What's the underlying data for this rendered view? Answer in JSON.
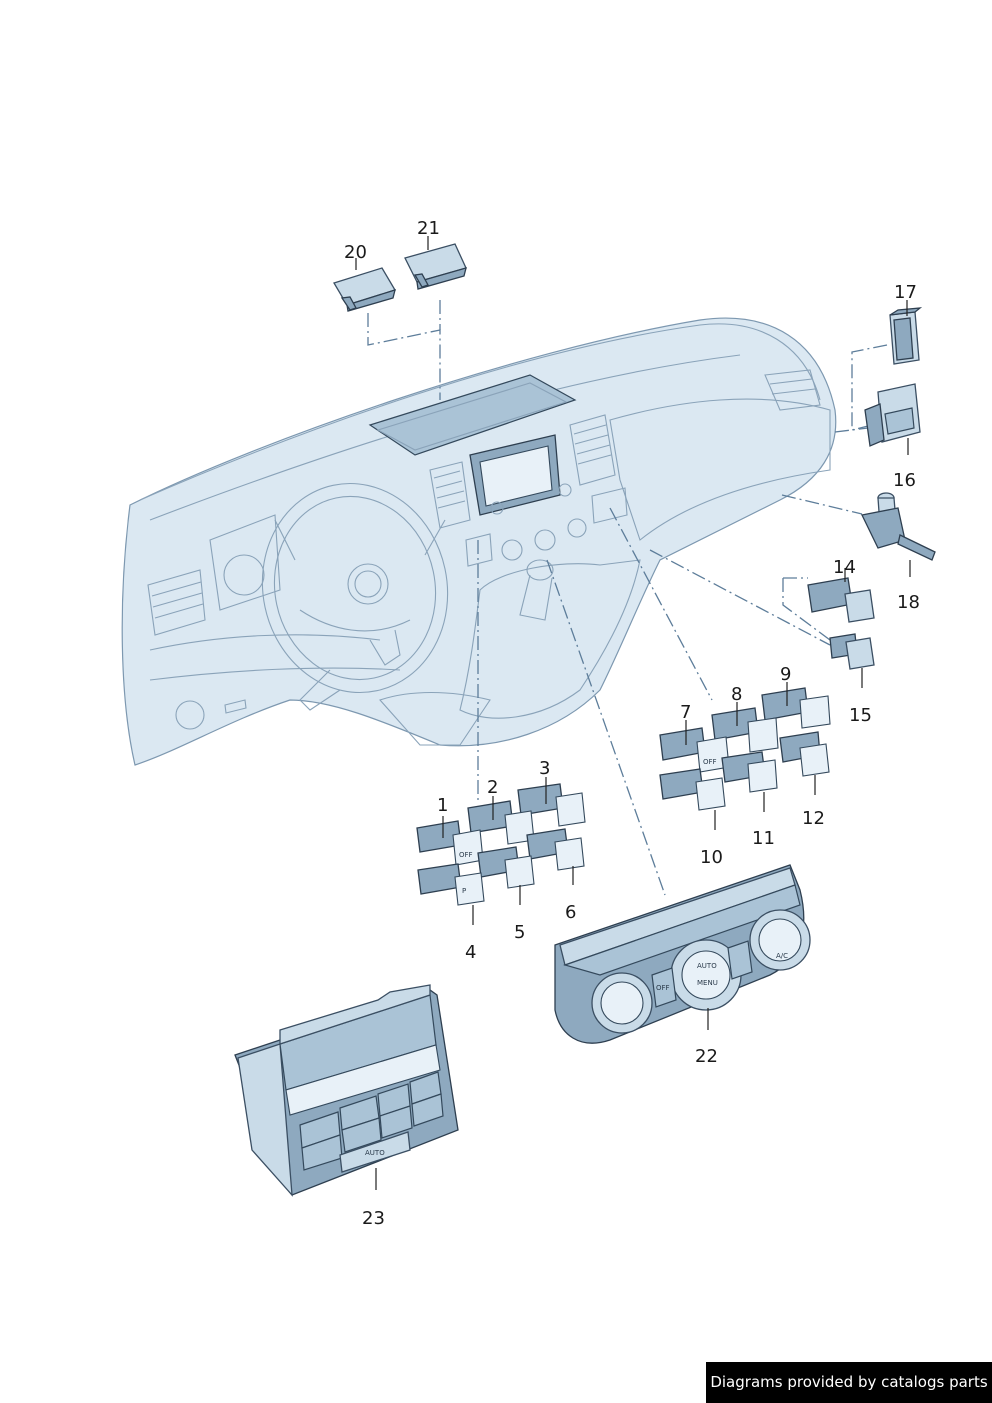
{
  "callouts": [
    "1",
    "2",
    "3",
    "4",
    "5",
    "6",
    "7",
    "8",
    "9",
    "10",
    "11",
    "12",
    "14",
    "15",
    "16",
    "17",
    "18",
    "20",
    "21",
    "22",
    "23"
  ],
  "switch_glyphs": {
    "off": "OFF",
    "auto": "AUTO",
    "menu": "MENU",
    "ac": "A/C",
    "p": "P"
  },
  "watermark": "Diagrams provided by catalogs parts"
}
